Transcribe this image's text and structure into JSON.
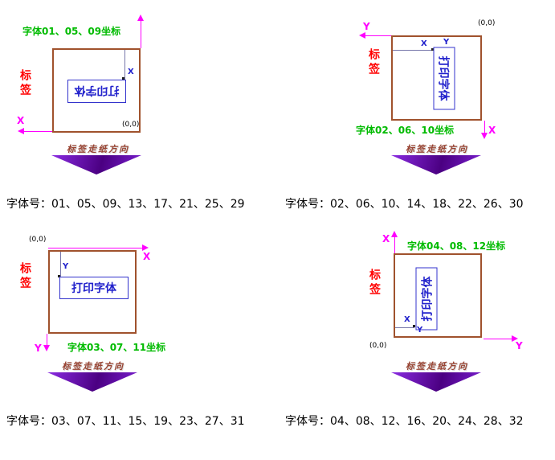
{
  "colors": {
    "axis_magenta": "#FF00FF",
    "coord_green": "#00BB00",
    "label_red": "#FF0000",
    "print_blue": "#2222CC",
    "rect_border_brown": "#A0522D",
    "feed_maroon": "#994433",
    "feed_arrow_purple": "#4B0082",
    "background": "#FFFFFF"
  },
  "panels": [
    {
      "coord_label": "字体01、05、09坐标",
      "label": "标签",
      "print_text": "打印字体",
      "origin": "(0,0)",
      "axis_x": "X",
      "axis_y": "Y",
      "box_x": "X",
      "box_y": "Y",
      "feed_text": "标签走纸方向",
      "caption": "字体号：01、05、09、13、17、21、25、29"
    },
    {
      "coord_label": "字体02、06、10坐标",
      "label": "标签",
      "print_text": "打印字体",
      "origin": "(0,0)",
      "axis_x": "X",
      "axis_y": "Y",
      "box_x": "X",
      "box_y": "Y",
      "feed_text": "标签走纸方向",
      "caption": "字体号：02、06、10、14、18、22、26、30"
    },
    {
      "coord_label": "字体03、07、11坐标",
      "label": "标签",
      "print_text": "打印字体",
      "origin": "(0,0)",
      "axis_x": "X",
      "axis_y": "Y",
      "box_x": "X",
      "box_y": "Y",
      "feed_text": "标签走纸方向",
      "caption": "字体号：03、07、11、15、19、23、27、31"
    },
    {
      "coord_label": "字体04、08、12坐标",
      "label": "标签",
      "print_text": "打印字体",
      "origin": "(0,0)",
      "axis_x": "X",
      "axis_y": "Y",
      "box_x": "X",
      "box_y": "Y",
      "feed_text": "标签走纸方向",
      "caption": "字体号：04、08、12、16、20、24、28、32"
    }
  ]
}
